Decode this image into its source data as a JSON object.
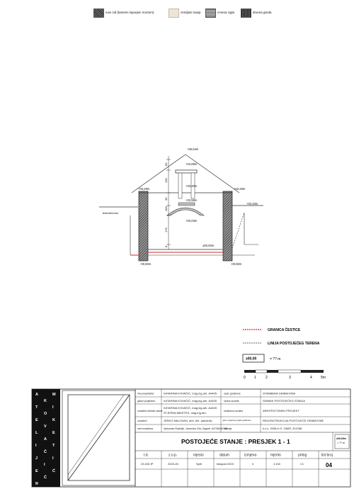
{
  "legend_top": [
    {
      "label": "novi zid (kameni ispunjen mortom)",
      "pattern": "dark-hatch"
    },
    {
      "label": "zemljani nasip",
      "pattern": "light"
    },
    {
      "label": "crvena cigla",
      "pattern": "grey-hatch"
    },
    {
      "label": "drvena greda",
      "pattern": "dark-grid"
    }
  ],
  "section": {
    "levels": {
      "ridge": "+05,64m",
      "upper": "+04,85m",
      "slab_upper": "+03,40m",
      "left_wall_top": "+03,29m",
      "right_wall_top": "+03,29m",
      "arch_top": "+02,58m",
      "right_ext": "+02,40m",
      "floor_mid": "+02,03m",
      "floor": "±00,00m",
      "left_base": "-00,50m",
      "right_base": "-00,50m"
    },
    "dims": [
      "83",
      "135",
      "30",
      "100",
      "175",
      "8"
    ],
    "terrain_label": "teren/ulični nivo"
  },
  "legend_mid": {
    "granica": "GRANICA ČESTICE",
    "linija": "LINIJA POSTOJEĆEG TERENA",
    "level_box": "±00,00",
    "level_val": "= ?? m"
  },
  "scale_bar": {
    "ticks": [
      "0",
      "1",
      "2",
      "3",
      "4",
      "5m"
    ]
  },
  "title_block": {
    "logo_letters": [
      "A",
      "T",
      "E",
      "L",
      "I",
      "J",
      "E",
      "R",
      "K",
      "O",
      "V",
      "A",
      "Č",
      "I",
      "Ć",
      "M",
      "I",
      "K",
      "E",
      "T",
      "I",
      "Ć"
    ],
    "rows": [
      {
        "label": "ime projektanta",
        "value": "KATARINA KOVAČIĆ, mag.ing.arh. A4405",
        "label2": "naziv građevine",
        "value2": "STAMBENA GRAĐEVINA"
      },
      {
        "label": "glavni projektant",
        "value": "KATARINA KOVAČIĆ, mag.ing.arh. A4405",
        "label2": "razina razrade",
        "value2": "SNIMAK POSTOJEĆEG STANJA"
      },
      {
        "label": "suradnici obrada nacrta",
        "value": "KATARINA KOVAČIĆ, mag.ing.arh. A4405",
        "value_b": "STJEPAN MIKETEK, mag.ing.arh.",
        "label2": "struktorna oznaka",
        "value2": "ARHITEKTONSKI PROJEKT"
      },
      {
        "label": "suradnici",
        "value": "JERKO MALOVAN, arhi. teh. (student)",
        "label2": "naziv projektnog dijela građevine",
        "value2": "REKONSTRUKCIJA POSTOJEĆE GRAĐEVINE"
      },
      {
        "label": "ime investitora",
        "value": "Vjekoslav Radeljić, Jarunska 23a, Zagreb, 64736549759",
        "label2": "lokacija",
        "value2": "k.č.z. 2008,K.O. OMIŠ, 319788"
      }
    ],
    "drawing_title": "POSTOJEĆE STANJE : PRESJEK 1 - 1",
    "level_note": "±00,00m",
    "level_note2": "= ?? m",
    "footer_headers": [
      "t.d.",
      "z.o.p.",
      "mjesto",
      "datum",
      "izmjena",
      "mjerilo",
      "prilog",
      "list broj"
    ],
    "footer_values": [
      "23-026 IP",
      "2023-26",
      "Split",
      "listopad 2023",
      "0",
      "1:100",
      "C1",
      "04"
    ]
  }
}
